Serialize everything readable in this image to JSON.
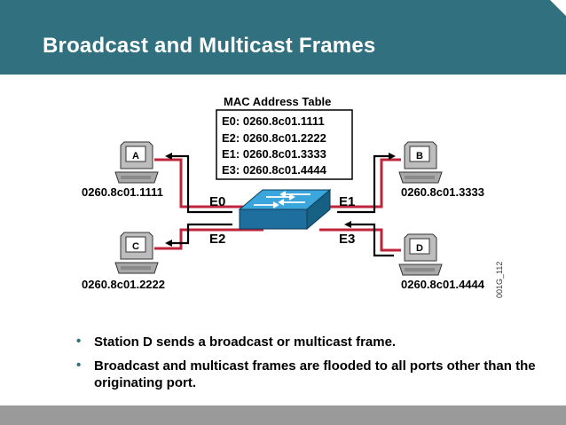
{
  "slide": {
    "title": "Broadcast and Multicast Frames"
  },
  "mac_table": {
    "title": "MAC Address Table",
    "entries": [
      "E0: 0260.8c01.1111",
      "E2: 0260.8c01.2222",
      "E1: 0260.8c01.3333",
      "E3: 0260.8c01.4444"
    ]
  },
  "stations": {
    "a": {
      "label": "A",
      "mac": "0260.8c01.1111"
    },
    "b": {
      "label": "B",
      "mac": "0260.8c01.3333"
    },
    "c": {
      "label": "C",
      "mac": "0260.8c01.2222"
    },
    "d": {
      "label": "D",
      "mac": "0260.8c01.4444"
    }
  },
  "ports": {
    "e0": "E0",
    "e1": "E1",
    "e2": "E2",
    "e3": "E3"
  },
  "figure_id": "001G_112",
  "bullets": [
    "Station D sends a broadcast or multicast frame.",
    "Broadcast and multicast frames are flooded to all ports other than the originating port."
  ],
  "colors": {
    "header": "#31707f",
    "link_red": "#c0243a",
    "switch_blue": "#2a8fc4",
    "footer": "#9a9a9a"
  }
}
